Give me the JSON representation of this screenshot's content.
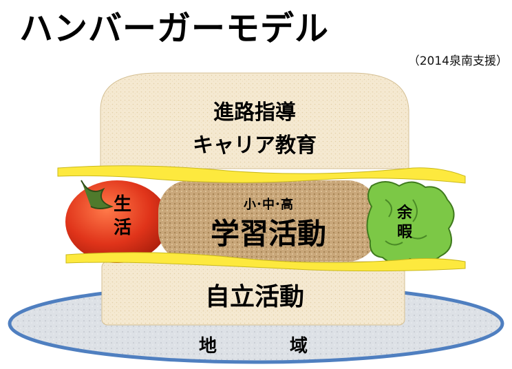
{
  "title": "ハンバーガーモデル",
  "subtitle": "（2014泉南支援）",
  "layers": {
    "top_bun": {
      "line1": "進路指導",
      "line2": "キャリア教育"
    },
    "tomato": {
      "label": "生\n活"
    },
    "patty": {
      "small_label": "小･中･高",
      "label": "学習活動"
    },
    "lettuce": {
      "label": "余\n暇"
    },
    "bottom_bun": {
      "label": "自立活動"
    },
    "plate": {
      "label_left": "地",
      "label_right": "域"
    }
  },
  "colors": {
    "bun": "#f4e8cf",
    "cheese": "#fde93e",
    "tomato": "#e23b1c",
    "patty": "#c8a67a",
    "lettuce": "#7cc846",
    "plate_border": "#4f7fc0",
    "plate_fill": "#d9dde3"
  }
}
